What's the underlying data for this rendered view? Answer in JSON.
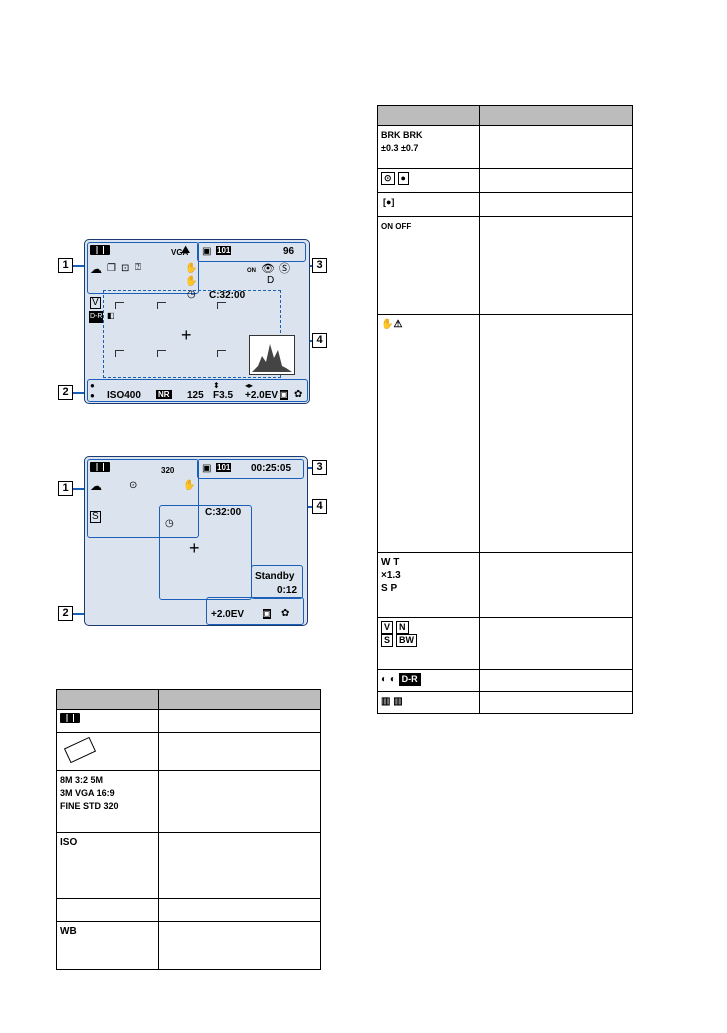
{
  "screen1": {
    "callouts": [
      "1",
      "2",
      "3",
      "4"
    ],
    "resolution": "VGA",
    "folder": "101",
    "count": "96",
    "eye_on": "ON",
    "timer_letter": "C:32:00",
    "iso": "ISO400",
    "nr": "NR",
    "shutter": "125",
    "aperture": "F3.5",
    "ev": "+2.0EV"
  },
  "screen2": {
    "callouts": [
      "1",
      "2",
      "3",
      "4"
    ],
    "resolution": "320",
    "folder": "101",
    "time": "00:25:05",
    "remaining": "C:32:00",
    "standby": "Standby",
    "rec_time": "0:12",
    "ev": "+2.0EV"
  },
  "left_table": {
    "rows": [
      {
        "icons": ""
      },
      {
        "icons": ""
      },
      {
        "icons": "8M  3:2  5M\n3M  VGA  16:9\nFINE  STD  320"
      },
      {
        "icons": "ISO\n\n"
      },
      {
        "icons": ""
      },
      {
        "icons": "WB"
      }
    ]
  },
  "right_table": {
    "rows": [
      {
        "icons": "BRK  BRK\n±0.3 ±0.7"
      },
      {
        "icons": ""
      },
      {
        "icons": ""
      },
      {
        "icons": "ON   OFF"
      },
      {
        "icons": ""
      },
      {
        "icons": "W         T\n×1.3\nS    P"
      },
      {
        "icons": ""
      },
      {
        "icons": "D-R"
      },
      {
        "icons": ""
      }
    ]
  }
}
